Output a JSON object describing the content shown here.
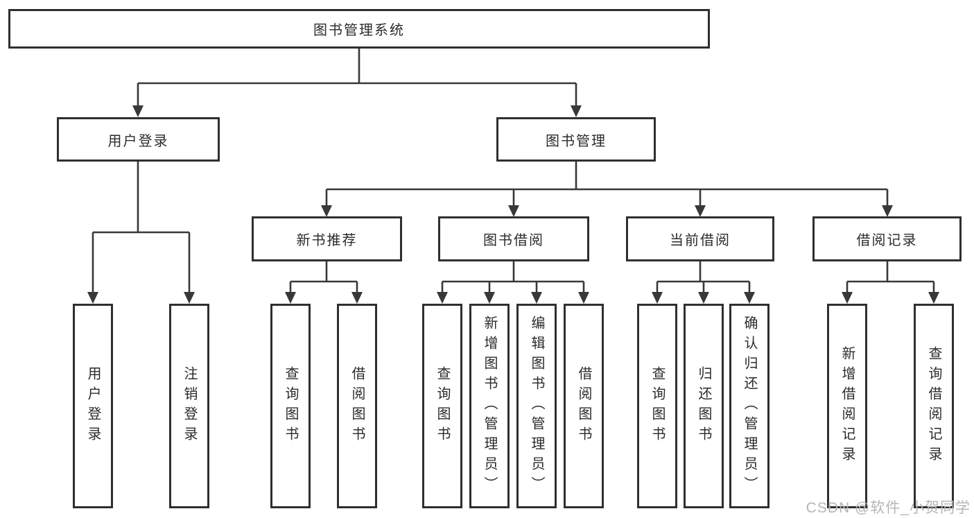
{
  "tree": {
    "label": "图书管理系统",
    "children": [
      {
        "label": "用户登录",
        "children": [
          {
            "label": "用户登录"
          },
          {
            "label": "注销登录"
          }
        ]
      },
      {
        "label": "图书管理",
        "children": [
          {
            "label": "新书推荐",
            "children": [
              {
                "label": "查询图书"
              },
              {
                "label": "借阅图书"
              }
            ]
          },
          {
            "label": "图书借阅",
            "children": [
              {
                "label": "查询图书"
              },
              {
                "label": "新增图书（管理员）"
              },
              {
                "label": "编辑图书（管理员）"
              },
              {
                "label": "借阅图书"
              }
            ]
          },
          {
            "label": "当前借阅",
            "children": [
              {
                "label": "查询图书"
              },
              {
                "label": "归还图书"
              },
              {
                "label": "确认归还（管理员）"
              }
            ]
          },
          {
            "label": "借阅记录",
            "children": [
              {
                "label": "新增借阅记录"
              },
              {
                "label": "查询借阅记录"
              }
            ]
          }
        ]
      }
    ]
  },
  "watermark": {
    "text": "CSDN @软件_小贺同学",
    "color": "#b5b5ba"
  },
  "colors": {
    "line": "#383838",
    "box_border": "#2f2f2f",
    "text": "#2b2b2b",
    "background": "#ffffff"
  }
}
